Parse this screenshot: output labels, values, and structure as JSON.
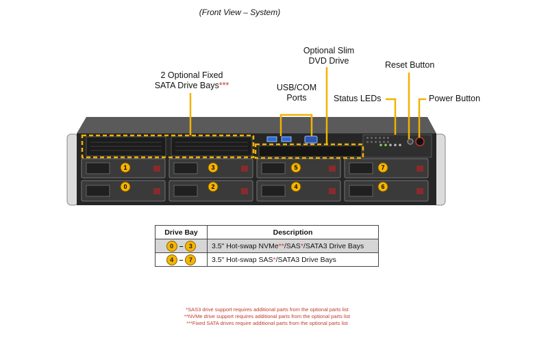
{
  "view_title": "(Front View – System)",
  "callouts": {
    "fixed_bays_line1": "2 Optional Fixed",
    "fixed_bays_line2": "SATA Drive Bays",
    "fixed_bays_mark": "***",
    "usb_com_line1": "USB/COM",
    "usb_com_line2": "Ports",
    "dvd_line1": "Optional Slim",
    "dvd_line2": "DVD Drive",
    "status_leds": "Status LEDs",
    "reset_button": "Reset Button",
    "power_button": "Power Button"
  },
  "drive_bay_numbers": {
    "top_row": [
      "1",
      "3",
      "5",
      "7"
    ],
    "bottom_row": [
      "0",
      "2",
      "4",
      "6"
    ]
  },
  "table": {
    "headers": [
      "Drive Bay",
      "Description"
    ],
    "rows": [
      {
        "bay_from": "0",
        "bay_to": "3",
        "dash": "–",
        "desc_a": "3.5\" Hot-swap NVMe",
        "mark_a": "**",
        "desc_b": "/SAS",
        "mark_b": "*",
        "desc_c": "/SATA3 Drive Bays"
      },
      {
        "bay_from": "4",
        "bay_to": "7",
        "dash": "–",
        "desc_a": "3.5\" Hot-swap SAS",
        "mark_a": "*",
        "desc_b": "/SATA3 Drive Bays"
      }
    ]
  },
  "footnotes": [
    "*SAS3 drive support requires additional parts from the optional parts list",
    "**NVMe drive support requires additional parts from the optional parts list",
    "***Fixed SATA drives require additional parts from the optional parts list"
  ],
  "colors": {
    "callout_yellow": "#f2b200",
    "badge_yellow": "#f7b500",
    "footnote_red": "#c0392b",
    "table_shade": "#d6d6d6"
  }
}
